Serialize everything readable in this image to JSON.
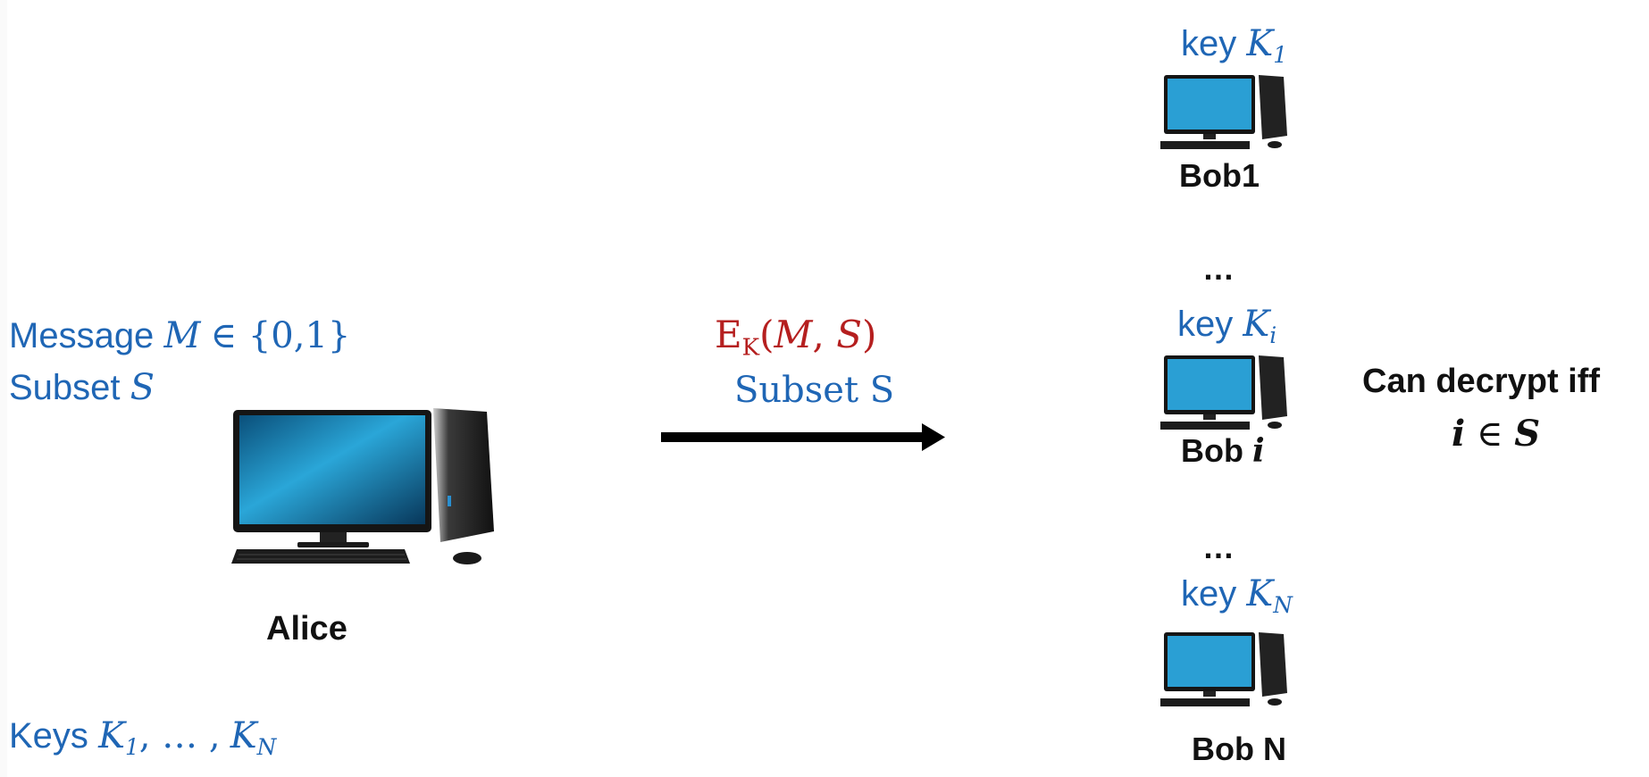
{
  "colors": {
    "blue": "#1f66b5",
    "red": "#b51f1f",
    "arrow": "#000000"
  },
  "alice": {
    "message_prefix": "Message",
    "message_var": "M",
    "message_set": "∈ {0,1}",
    "subset_prefix": "Subset",
    "subset_var": "S",
    "keys_prefix": "Keys",
    "keys_k1": "K",
    "keys_k1_sub": "1",
    "keys_sep": ", … ,",
    "keys_kn": "K",
    "keys_kn_sub": "N",
    "name": "Alice",
    "computer_icon": "desktop-computer-icon"
  },
  "transmission": {
    "enc_symbol": "E",
    "enc_sub": "K",
    "enc_open": "(",
    "enc_m": "M",
    "enc_comma": ", ",
    "enc_s": "S",
    "enc_close": ")",
    "subset_label": "Subset S",
    "arrow_icon": "right-arrow-icon"
  },
  "receivers": [
    {
      "key_prefix": "key",
      "key_var": "K",
      "key_sub": "1",
      "name": "Bob1",
      "name_var": ""
    },
    {
      "key_prefix": "key",
      "key_var": "K",
      "key_sub": "i",
      "name": "Bob ",
      "name_var": "i"
    },
    {
      "key_prefix": "key",
      "key_var": "K",
      "key_sub": "N",
      "name": "Bob N",
      "name_var": ""
    }
  ],
  "ellipsis": "…",
  "decrypt": {
    "line1": "Can decrypt iff",
    "line2_var": "i",
    "line2_rel": " ∈ ",
    "line2_set": "S"
  }
}
